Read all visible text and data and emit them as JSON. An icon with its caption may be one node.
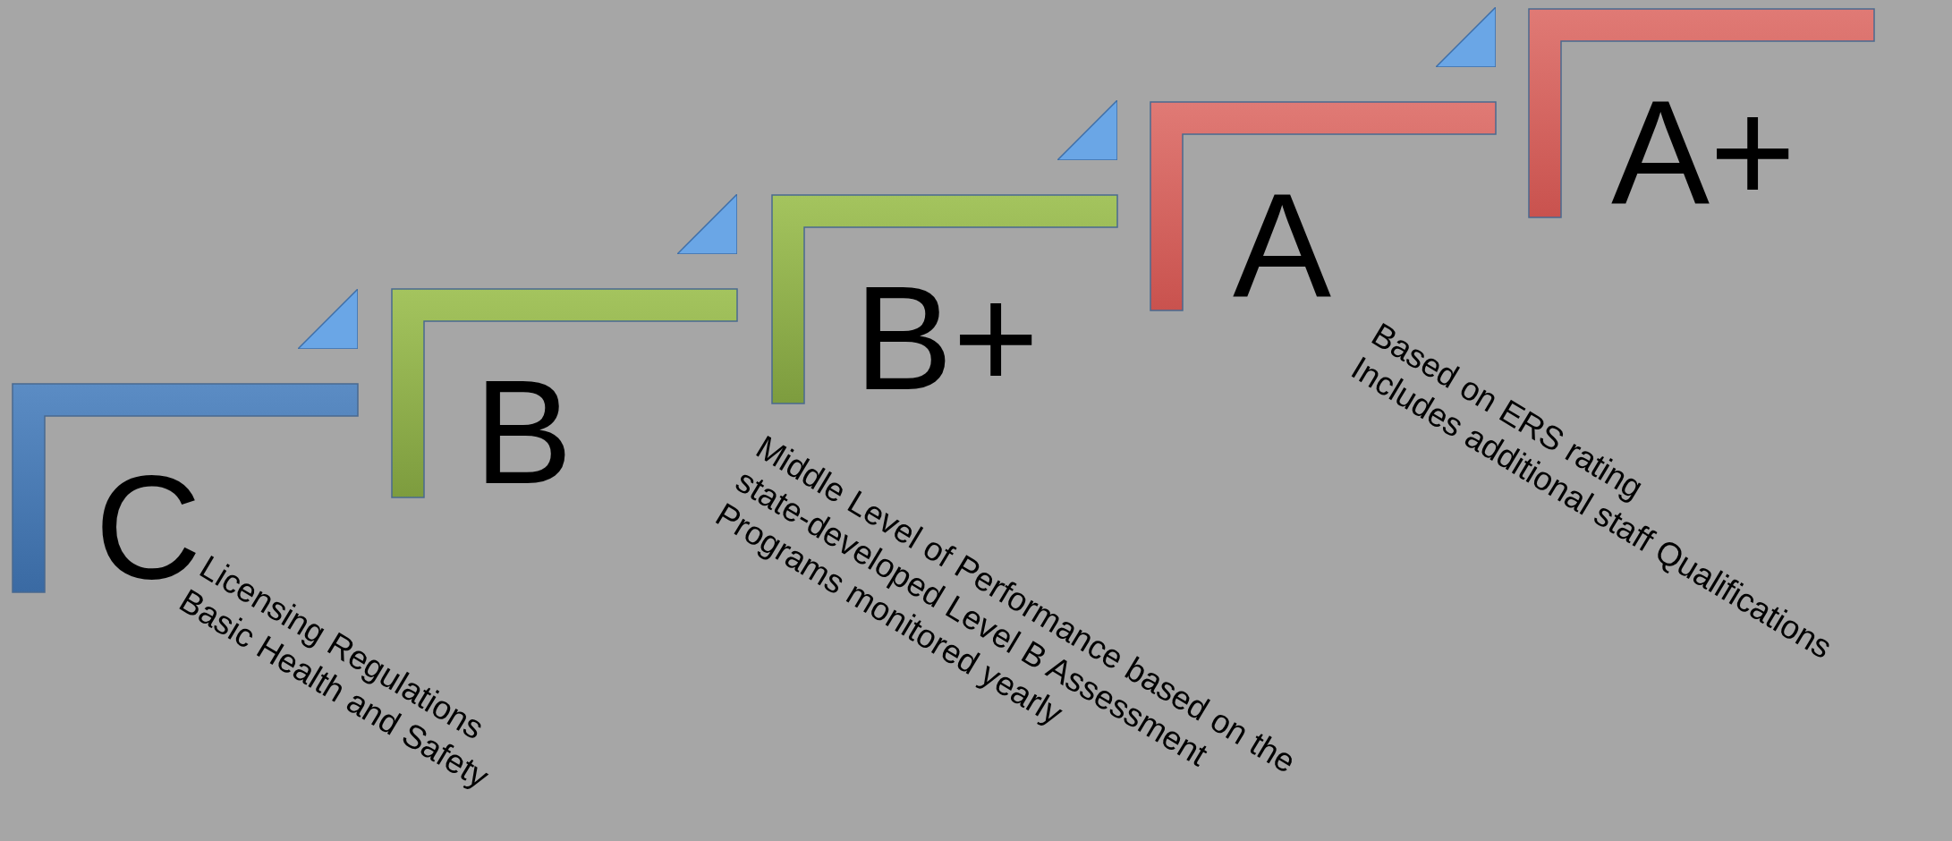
{
  "diagram": {
    "nodes": [
      {
        "text": [
          "C"
        ],
        "beside": [
          "Licensing Regulations",
          "Basic Health and Safety"
        ]
      },
      {
        "text": [
          "B"
        ]
      },
      {
        "text": [
          "B+"
        ],
        "beside": [
          "Middle Level of Performance based on the",
          "state-developed Level B Assessment",
          "Programs monitored yearly"
        ]
      },
      {
        "text": [
          "A"
        ],
        "beside": [
          "Based on ERS rating",
          "Includes additional staff Qualifications"
        ]
      },
      {
        "text": [
          "A+"
        ]
      }
    ]
  }
}
